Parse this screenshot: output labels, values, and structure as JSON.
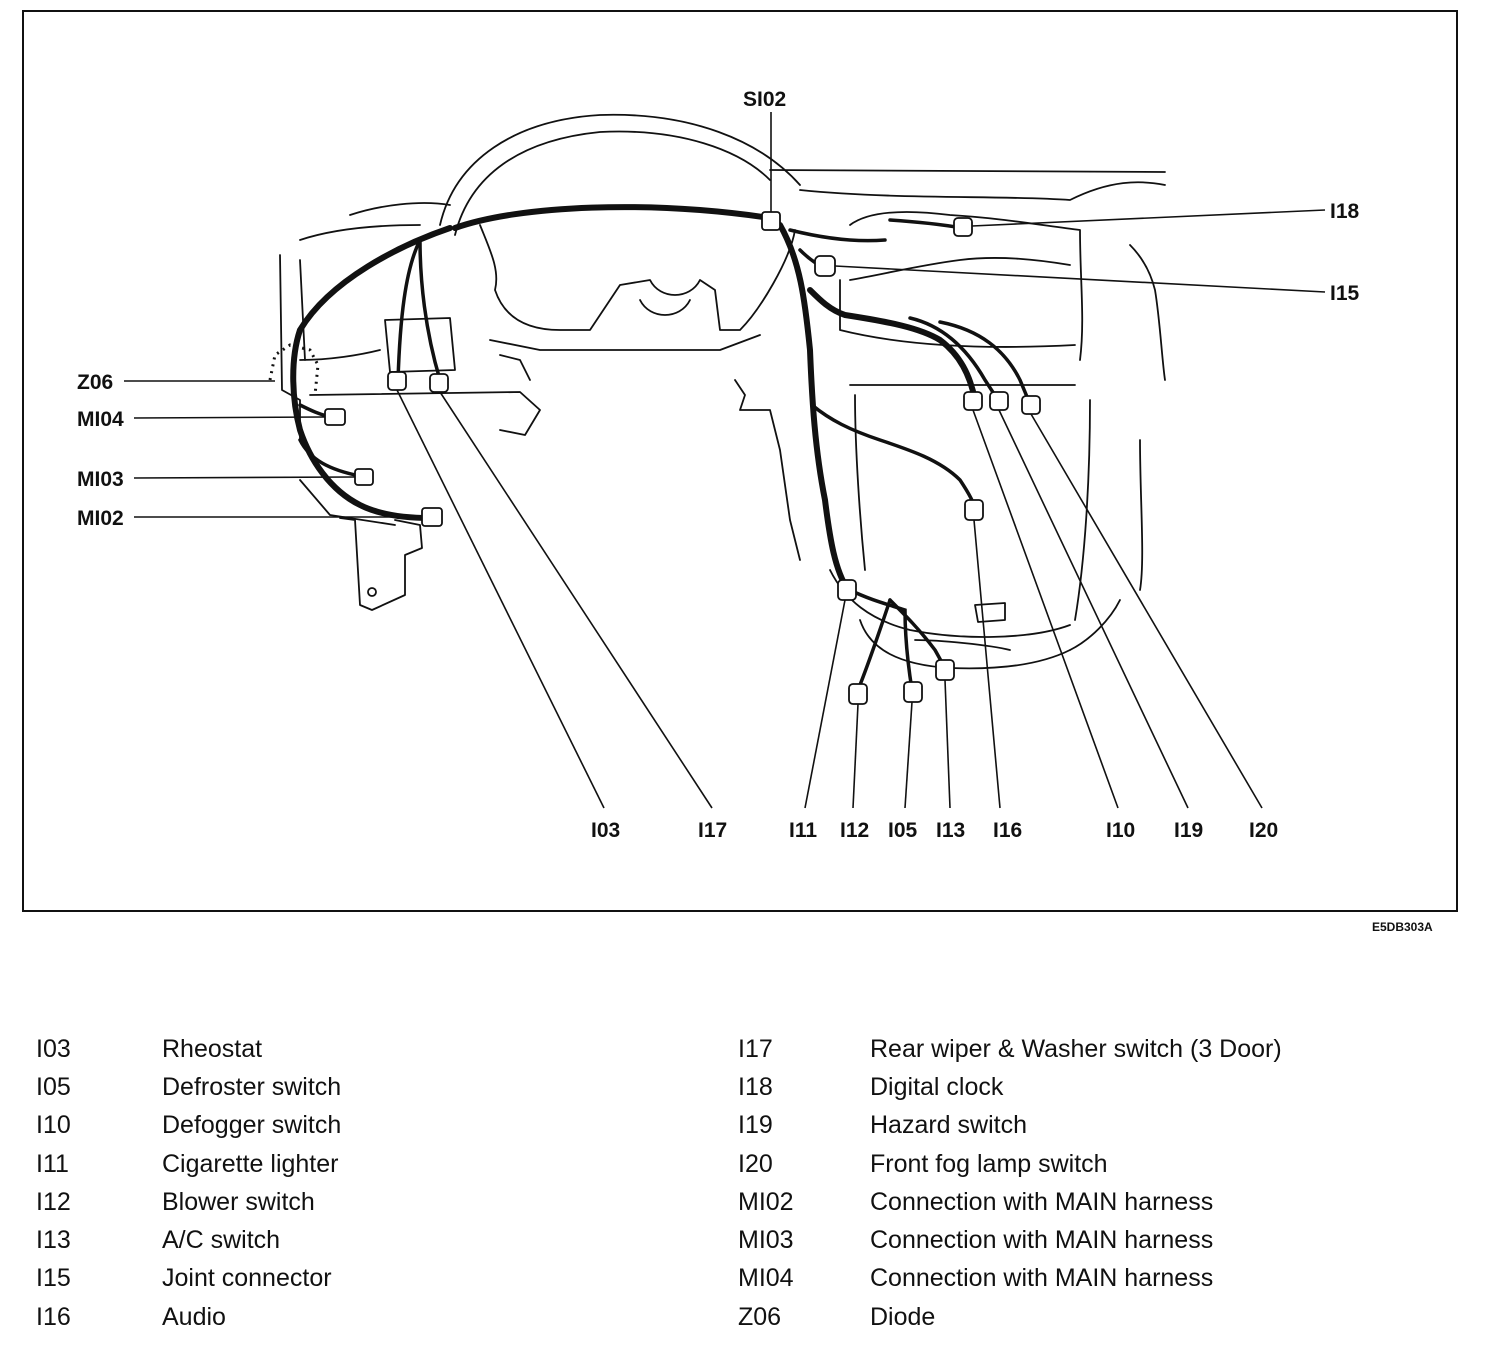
{
  "diagram": {
    "drawing_code": "E5DB303A",
    "callouts": {
      "SI02": "SI02",
      "I18": "I18",
      "I15": "I15",
      "Z06": "Z06",
      "MI04": "MI04",
      "MI03": "MI03",
      "MI02": "MI02",
      "I03": "I03",
      "I17": "I17",
      "I11": "I11",
      "I12": "I12",
      "I05": "I05",
      "I13": "I13",
      "I16": "I16",
      "I10": "I10",
      "I19": "I19",
      "I20": "I20"
    }
  },
  "legend": {
    "left": [
      {
        "code": "I03",
        "desc": "Rheostat"
      },
      {
        "code": "I05",
        "desc": "Defroster switch"
      },
      {
        "code": "I10",
        "desc": "Defogger switch"
      },
      {
        "code": "I11",
        "desc": "Cigarette lighter"
      },
      {
        "code": "I12",
        "desc": "Blower switch"
      },
      {
        "code": "I13",
        "desc": "A/C switch"
      },
      {
        "code": "I15",
        "desc": "Joint connector"
      },
      {
        "code": "I16",
        "desc": "Audio"
      }
    ],
    "right": [
      {
        "code": "I17",
        "desc": "Rear wiper & Washer switch (3 Door)"
      },
      {
        "code": "I18",
        "desc": "Digital clock"
      },
      {
        "code": "I19",
        "desc": "Hazard switch"
      },
      {
        "code": "I20",
        "desc": "Front fog lamp switch"
      },
      {
        "code": "MI02",
        "desc": "Connection with MAIN harness"
      },
      {
        "code": "MI03",
        "desc": "Connection with MAIN harness"
      },
      {
        "code": "MI04",
        "desc": "Connection with MAIN harness"
      },
      {
        "code": "Z06",
        "desc": "Diode"
      }
    ]
  }
}
